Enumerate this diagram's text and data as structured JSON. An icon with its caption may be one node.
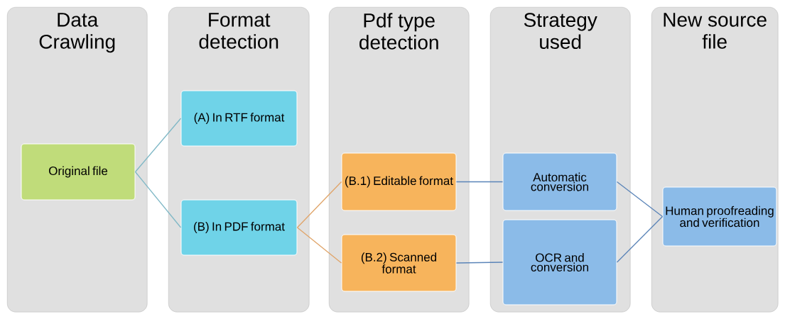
{
  "diagram": {
    "nodes": [
      {
        "text": [
          "Data Crawling"
        ]
      },
      {
        "text": [
          "Format detection"
        ]
      },
      {
        "text": [
          "Pdf type detection"
        ]
      },
      {
        "text": [
          "Strategy used"
        ]
      },
      {
        "text": [
          "New source file"
        ]
      },
      {
        "text": [
          "Original file"
        ],
        "in": 0
      },
      {
        "text": [
          "(A) In RTF format"
        ],
        "in": 1
      },
      {
        "text": [
          "(B) In PDF format"
        ],
        "in": 1
      },
      {
        "text": [
          "(B.1) Editable format"
        ],
        "in": 2
      },
      {
        "text": [
          "(B.2) Scanned format"
        ],
        "in": 2
      },
      {
        "text": [
          "Automatic conversion"
        ],
        "in": 3
      },
      {
        "text": [
          "OCR and conversion"
        ],
        "in": 3
      },
      {
        "text": [
          "Human proofreading and verification"
        ],
        "in": 4
      }
    ],
    "edges": [
      {
        "from": 5,
        "to": 6,
        "arrow": "none",
        "color": "#7fb8c6"
      },
      {
        "from": 5,
        "to": 7,
        "arrow": "none",
        "color": "#7fb8c6"
      },
      {
        "from": 7,
        "to": 8,
        "arrow": "none",
        "color": "#e0a468"
      },
      {
        "from": 7,
        "to": 9,
        "arrow": "none",
        "color": "#e0a468"
      },
      {
        "from": 8,
        "to": 10,
        "arrow": "none",
        "color": "#5a84b8"
      },
      {
        "from": 9,
        "to": 11,
        "arrow": "none",
        "color": "#5a84b8"
      },
      {
        "from": 10,
        "to": 12,
        "arrow": "none",
        "color": "#5a84b8"
      },
      {
        "from": 11,
        "to": 12,
        "arrow": "none",
        "color": "#5a84b8"
      }
    ]
  }
}
